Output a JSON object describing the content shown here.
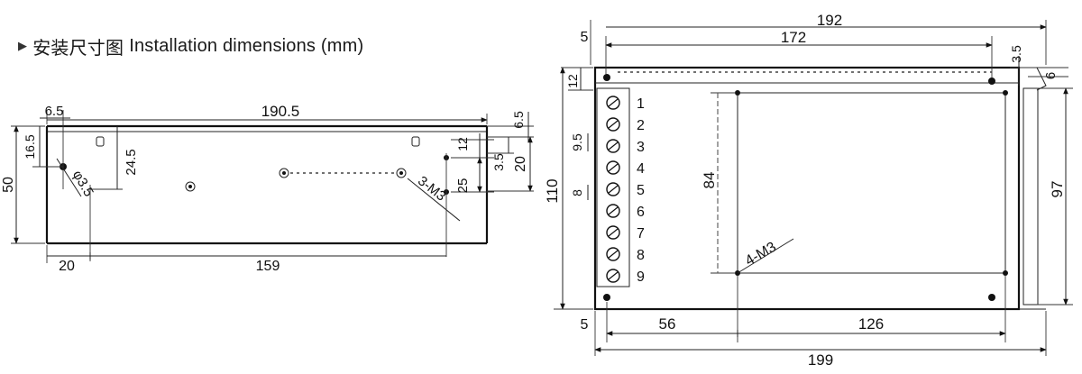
{
  "title": {
    "marker_icon": "triangle-right-icon",
    "zh": "安装尺寸图",
    "en": "Installation dimensions (mm)"
  },
  "side_view": {
    "dims": {
      "d6_5": "6.5",
      "d190_5": "190.5",
      "d16_5": "16.5",
      "d24_5": "24.5",
      "d50": "50",
      "dphi": "φ3.5",
      "d3m3": "3-M3",
      "d12": "12",
      "d3_5": "3.5",
      "d25": "25",
      "d20v": "20",
      "d6_5b": "6.5",
      "d20h": "20",
      "d159": "159"
    }
  },
  "top_view": {
    "dims": {
      "d192": "192",
      "d172": "172",
      "d5t": "5",
      "d3_5": "3.5",
      "d6": "6",
      "d12": "12",
      "d110": "110",
      "d9_5": "9.5",
      "d8": "8",
      "d84": "84",
      "d4m3": "4-M3",
      "d97": "97",
      "d5b": "5",
      "d56": "56",
      "d126": "126",
      "d199": "199"
    },
    "terminals": [
      "1",
      "2",
      "3",
      "4",
      "5",
      "6",
      "7",
      "8",
      "9"
    ]
  }
}
